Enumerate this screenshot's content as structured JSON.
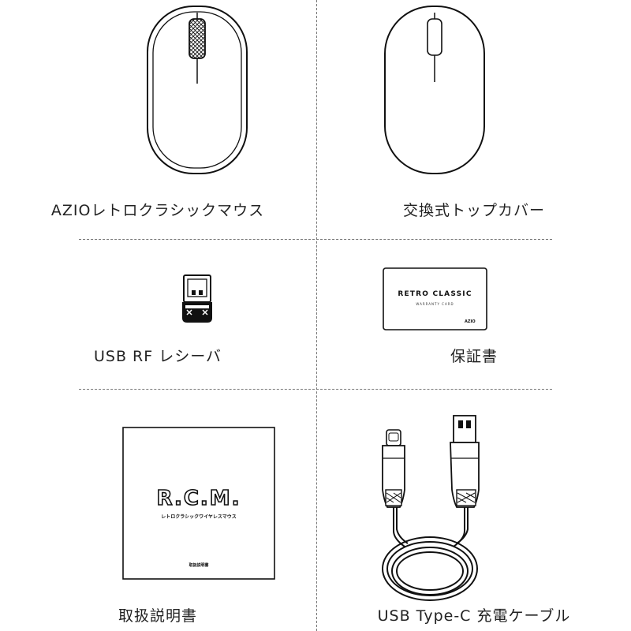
{
  "items": [
    {
      "label": "AZIOレトロクラシックマウス",
      "icon": "mouse-with-knurled-wheel-icon"
    },
    {
      "label": "交換式トップカバー",
      "icon": "mouse-top-cover-icon"
    },
    {
      "label": "USB RF レシーバ",
      "icon": "usb-receiver-icon"
    },
    {
      "label": "保証書",
      "icon": "warranty-card-icon"
    },
    {
      "label": "取扱説明書",
      "icon": "manual-booklet-icon"
    },
    {
      "label": "USB Type-C 充電ケーブル",
      "icon": "usb-c-cable-icon"
    }
  ],
  "warranty_card": {
    "title": "RETRO CLASSIC",
    "subtitle": "WARRANTY CARD",
    "brand": "AZIO"
  },
  "manual": {
    "title": "R.C.M.",
    "subtitle": "レトロクラシックワイヤレスマウス",
    "footer": "取扱説明書"
  }
}
